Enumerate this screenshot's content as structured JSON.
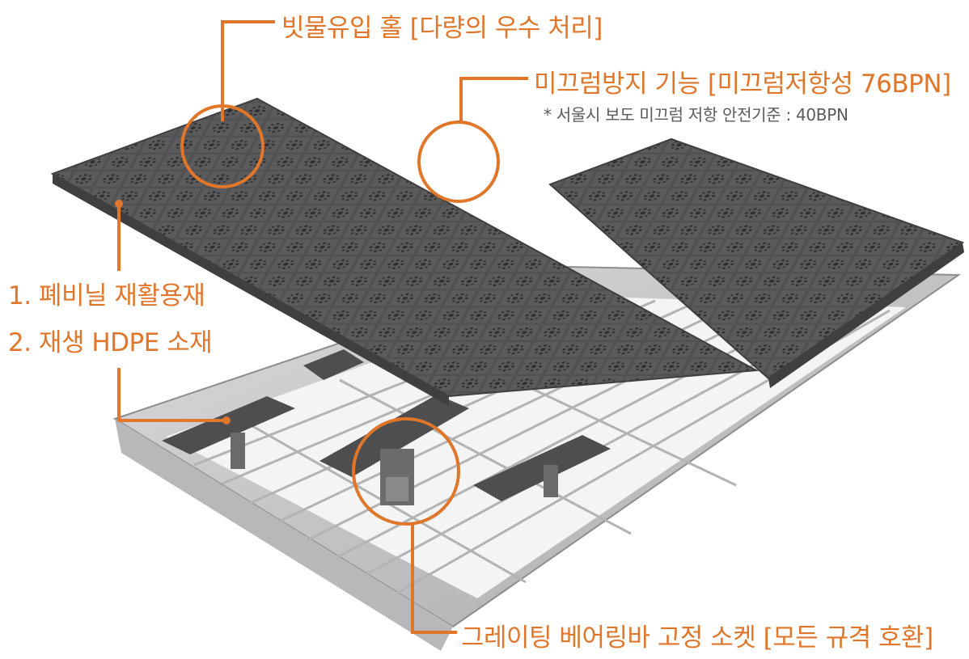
{
  "colors": {
    "accent": "#e0762a",
    "cover": "#5b5b5d",
    "frame": "#c9c9cb",
    "text_note": "#5a5a5a"
  },
  "callouts": {
    "drain_holes": "빗물유입 홀 [다량의 우수 처리]",
    "anti_slip": "미끄럼방지 기능 [미끄럼저항성 76BPN]",
    "anti_slip_note": "* 서울시 보도 미끄럼 저항 안전기준 : 40BPN",
    "material_1": "1. 폐비닐 재활용재",
    "material_2": "2. 재생 HDPE 소재",
    "socket": "그레이팅 베어링바 고정 소켓 [모든 규격 호환]"
  }
}
